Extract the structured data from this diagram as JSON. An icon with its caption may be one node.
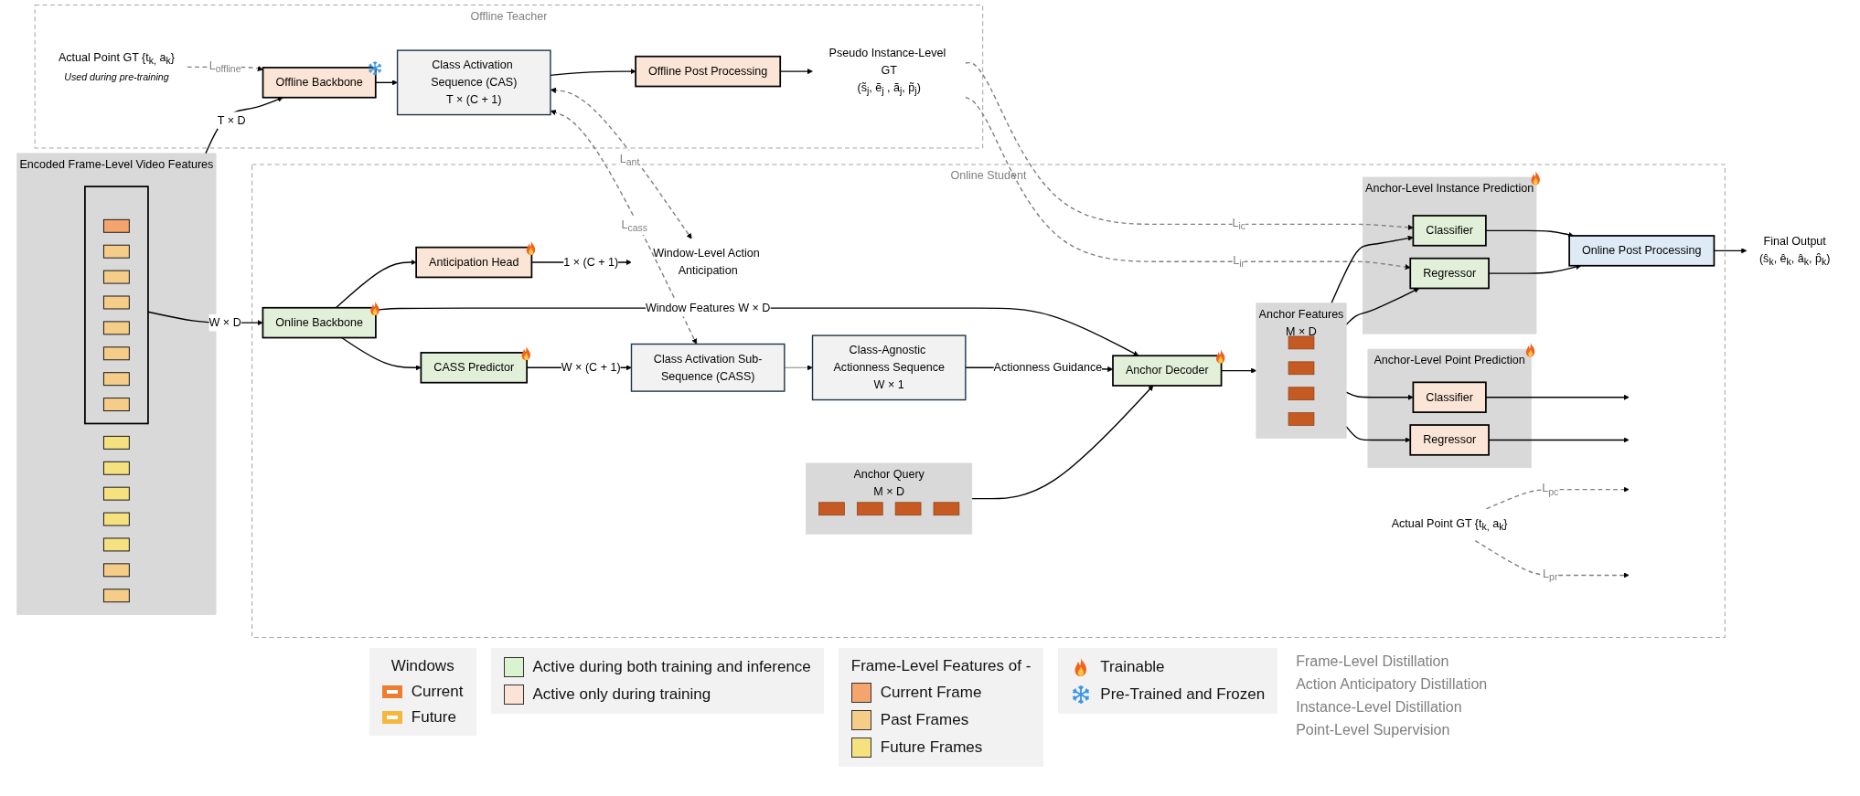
{
  "diagram": {
    "nodes": [
      {
        "text": [
          "Encoded Frame-Level Video Features"
        ]
      },
      {
        "text": [],
        "shape": "box",
        "in": 0
      },
      {
        "text": [],
        "shape": "box",
        "in": 0
      },
      {
        "text": [],
        "shape": "box",
        "in": 0
      },
      {
        "text": [],
        "shape": "box",
        "in": 0
      },
      {
        "text": [],
        "shape": "box",
        "in": 0
      },
      {
        "text": [],
        "shape": "box",
        "in": 0
      },
      {
        "text": [],
        "shape": "box",
        "in": 6
      },
      {
        "text": [],
        "shape": "box",
        "in": 6
      },
      {
        "text": [],
        "shape": "box",
        "in": 6
      },
      {
        "text": [],
        "shape": "box",
        "in": 6
      },
      {
        "text": [],
        "shape": "box",
        "in": 6
      },
      {
        "text": [],
        "shape": "box",
        "in": 6
      },
      {
        "text": [],
        "shape": "box",
        "in": 6
      },
      {
        "text": [],
        "shape": "box",
        "in": 6
      },
      {
        "text": [],
        "shape": "box",
        "in": 0
      },
      {
        "text": [],
        "shape": "box",
        "in": 0
      },
      {
        "text": [
          "Offline Teacher"
        ]
      },
      {
        "text": [
          "Actual Point GT {t$_{k,}$ a$_{k}$}"
        ],
        "beside": [
          "Used during pre-training"
        ],
        "in": 17
      },
      {
        "text": [
          "Offline Backbone"
        ],
        "in": 17
      },
      {
        "text": [
          "Class Activation Sequence (CAS)",
          "T × (C + 1)"
        ],
        "in": 17
      },
      {
        "text": [
          "Offline Post Processing"
        ],
        "in": 17
      },
      {
        "text": [
          "Pseudo Instance-Level GT",
          "(s̃$_{j}$, ẽ$_{j}$ , ã$_{j}$, p̃$_{j}$)"
        ],
        "in": 17
      },
      {
        "text": [
          "Online Student"
        ]
      },
      {
        "text": [
          "Window-Level Action Anticipation"
        ],
        "in": 23
      },
      {
        "text": [
          "Class Activation Sub-Sequence (CASS)"
        ],
        "in": 23
      },
      {
        "text": [
          "Class-Agnostic Actionness Sequence",
          "W × 1"
        ],
        "in": 23
      },
      {
        "text": [
          "Anchor-Level Instance Prediction"
        ],
        "in": 23
      },
      {
        "text": [
          "Classifier"
        ],
        "in": 27
      },
      {
        "text": [
          "Regressor"
        ],
        "in": 27
      },
      {
        "text": [
          "Online Post Processing"
        ],
        "in": 23
      },
      {
        "text": [
          "Final Output",
          "(ŝ$_{k}$, ê$_{k}$, â$_{k}$, p̂$_{k}$)"
        ]
      },
      {
        "text": [
          "Anticipation Head"
        ],
        "in": 23
      },
      {
        "text": [
          "CASS Predictor"
        ],
        "in": 23
      },
      {
        "text": [
          "Anchor Features",
          "M × D"
        ],
        "in": 23
      },
      {
        "text": [],
        "shape": "box",
        "in": 34
      },
      {
        "text": [],
        "shape": "box",
        "in": 34
      },
      {
        "text": [],
        "shape": "box",
        "in": 34
      },
      {
        "text": [],
        "shape": "box",
        "in": 34
      },
      {
        "text": [
          "Online Backbone"
        ],
        "in": 23
      },
      {
        "text": [
          "Anchor Decoder"
        ],
        "in": 23
      },
      {
        "text": [
          "Anchor-Level Point Prediction"
        ],
        "in": 23
      },
      {
        "text": [
          "Classifier"
        ],
        "in": 41
      },
      {
        "text": [
          "Regressor"
        ],
        "in": 41
      },
      {
        "text": [
          "Anchor Query",
          "M × D"
        ],
        "in": 23
      },
      {
        "text": [],
        "shape": "box",
        "in": 44
      },
      {
        "text": [],
        "shape": "box",
        "in": 44
      },
      {
        "text": [],
        "shape": "box",
        "in": 44
      },
      {
        "text": [],
        "shape": "box",
        "in": 44
      },
      {
        "text": [
          "Actual Point GT {t$_{k,}$ a$_{k}$}"
        ],
        "in": 23
      }
    ],
    "edges": [
      {
        "from": 0,
        "to": 19,
        "arrow": "to",
        "label": "T × D"
      },
      {
        "from": 18,
        "to": 19,
        "arrow": "to",
        "label": "L$_{offline}$",
        "style": "dashed",
        "color": "#7f7f7f"
      },
      {
        "from": 19,
        "to": 20,
        "arrow": "to"
      },
      {
        "from": 20,
        "to": 21,
        "arrow": "to"
      },
      {
        "from": 21,
        "to": 22,
        "arrow": "to"
      },
      {
        "from": 20,
        "to": 25,
        "arrow": "both",
        "label": "L$_{cass}$",
        "style": "dashed",
        "color": "#7f7f7f"
      },
      {
        "from": 20,
        "to": 24,
        "arrow": "both",
        "label": "L$_{ant}$",
        "style": "dashed",
        "color": "#7f7f7f"
      },
      {
        "from": 22,
        "to": 28,
        "arrow": "to",
        "label": "L$_{ic}$",
        "style": "dashed",
        "color": "#7f7f7f"
      },
      {
        "from": 22,
        "to": 29,
        "arrow": "to",
        "label": "L$_{ir}$",
        "style": "dashed",
        "color": "#7f7f7f"
      },
      {
        "from": 6,
        "to": 39,
        "arrow": "to",
        "label": "W × D"
      },
      {
        "from": 39,
        "to": 32,
        "arrow": "to"
      },
      {
        "from": 39,
        "to": 33,
        "arrow": "to"
      },
      {
        "from": 39,
        "to": 40,
        "arrow": "to",
        "label": "Window Features W × D"
      },
      {
        "from": 32,
        "to": 24,
        "arrow": "to",
        "label": "1 × (C + 1)"
      },
      {
        "from": 33,
        "to": 25,
        "arrow": "to",
        "label": "W × (C + 1)"
      },
      {
        "from": 25,
        "to": 26,
        "arrow": "to",
        "color": "#a6a6a6"
      },
      {
        "from": 26,
        "to": 40,
        "arrow": "to",
        "label": "Actionness Guidance"
      },
      {
        "from": 44,
        "to": 40,
        "arrow": "to"
      },
      {
        "from": 40,
        "to": 34,
        "arrow": "to"
      },
      {
        "from": 34,
        "to": 28,
        "arrow": "to"
      },
      {
        "from": 34,
        "to": 29,
        "arrow": "to"
      },
      {
        "from": 34,
        "to": 42,
        "arrow": "to"
      },
      {
        "from": 34,
        "to": 43,
        "arrow": "to"
      },
      {
        "from": 28,
        "to": 30,
        "arrow": "to"
      },
      {
        "from": 29,
        "to": 30,
        "arrow": "to"
      },
      {
        "from": 30,
        "to": 31,
        "arrow": "to"
      },
      {
        "from": 42,
        "to": null,
        "arrow": "to"
      },
      {
        "from": 43,
        "to": null,
        "arrow": "to"
      },
      {
        "from": 49,
        "to": null,
        "arrow": "to",
        "label": "L$_{pc}$",
        "style": "dashed",
        "color": "#7f7f7f"
      },
      {
        "from": 49,
        "to": null,
        "arrow": "to",
        "label": "L$_{pr}$",
        "style": "dashed",
        "color": "#7f7f7f"
      }
    ],
    "labels": [
      "Windows",
      "Frame-Level Features of -",
      "Frame-Level Distillation",
      "Action Anticipatory Distillation",
      "Instance-Level Distillation",
      "Point-Level Supervision"
    ],
    "legend": [
      {
        "text": "Current",
        "color": "#ed7d31"
      },
      {
        "text": "Future",
        "color": "#f6b83c"
      },
      {
        "text": "Active during both training and inference",
        "color": "#d9f2d0"
      },
      {
        "text": "Active only during training",
        "color": "#fbe3d6"
      },
      {
        "text": "Current Frame",
        "color": "#f4a46c"
      },
      {
        "text": "Past Frames",
        "color": "#f5cd89"
      },
      {
        "text": "Future Frames",
        "color": "#f5e180"
      },
      {
        "text": "Trainable"
      },
      {
        "text": "Pre-Trained and Frozen"
      }
    ]
  }
}
